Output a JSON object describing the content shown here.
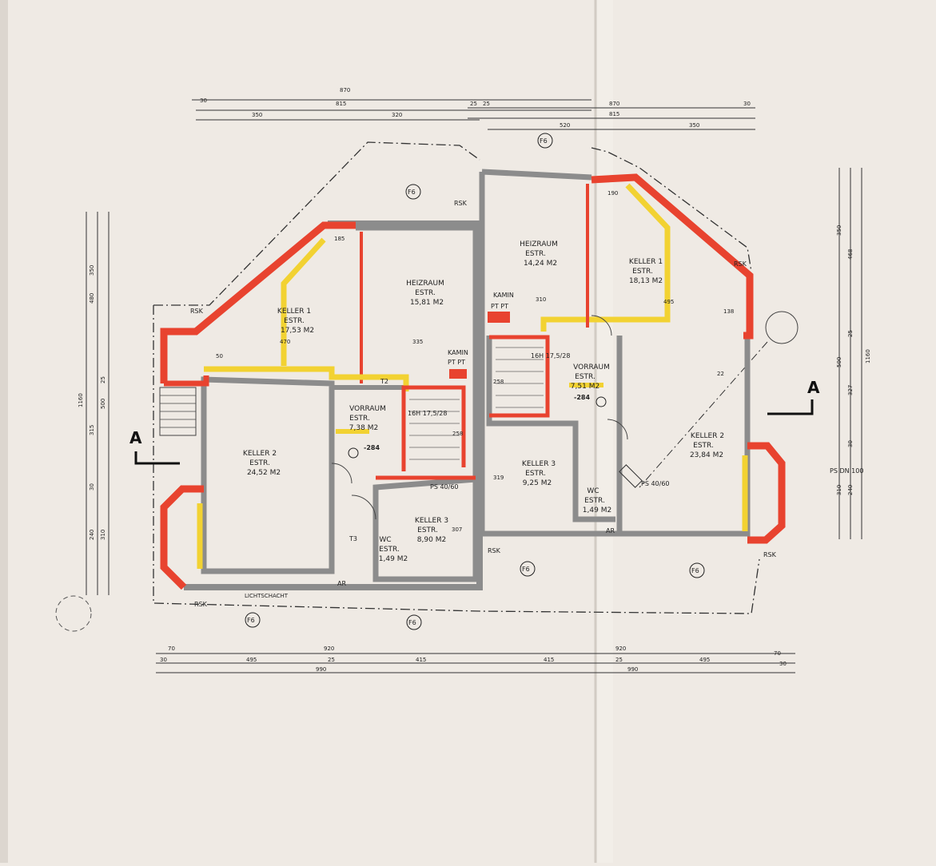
{
  "colors": {
    "paper": "#efeae4",
    "wall": "#8c8c8c",
    "red": "#e8432f",
    "yellow": "#f2d232",
    "line": "#333333"
  },
  "left": {
    "rooms": [
      {
        "name": "KELLER 1",
        "floor": "ESTR.",
        "area": "17,53 M2"
      },
      {
        "name": "HEIZRAUM",
        "floor": "ESTR.",
        "area": "15,81 M2"
      },
      {
        "name": "KELLER 2",
        "floor": "ESTR.",
        "area": "24,52 M2"
      },
      {
        "name": "VORRAUM",
        "floor": "ESTR.",
        "area": "7,38 M2"
      },
      {
        "name": "KELLER 3",
        "floor": "ESTR.",
        "area": "8,90 M2"
      },
      {
        "name": "WC",
        "floor": "ESTR.",
        "area": "1,49 M2"
      }
    ],
    "labels": {
      "kamin": "KAMIN",
      "pt": "PT PT",
      "stair": "16H 17,5/28",
      "level": "-284",
      "ps": "PS 40/60",
      "ar": "AR",
      "t3": "T3",
      "t2": "T2",
      "lichtschacht": "LICHTSCHACHT"
    },
    "dims_top": [
      "870",
      "815",
      "350",
      "320",
      "25",
      "30"
    ],
    "dims_bottom": [
      "70",
      "920",
      "495",
      "25",
      "415",
      "990",
      "30"
    ],
    "dims_side": [
      "1160",
      "350",
      "480",
      "25",
      "500",
      "315",
      "30",
      "240",
      "310"
    ],
    "inner_dims": [
      "185",
      "470",
      "335",
      "258",
      "307",
      "50"
    ]
  },
  "right": {
    "rooms": [
      {
        "name": "HEIZRAUM",
        "floor": "ESTR.",
        "area": "14,24 M2"
      },
      {
        "name": "KELLER 1",
        "floor": "ESTR.",
        "area": "18,13 M2"
      },
      {
        "name": "VORRAUM",
        "floor": "ESTR.",
        "area": "7,51 M2"
      },
      {
        "name": "KELLER 2",
        "floor": "ESTR.",
        "area": "23,84 M2"
      },
      {
        "name": "KELLER 3",
        "floor": "ESTR.",
        "area": "9,25 M2"
      },
      {
        "name": "WC",
        "floor": "ESTR.",
        "area": "1,49 M2"
      }
    ],
    "labels": {
      "kamin": "KAMIN",
      "pt": "PT PT",
      "stair": "16H 17,5/28",
      "level": "-284",
      "ps": "PS 40/60",
      "ar": "AR",
      "psdn": "PS DN 100"
    },
    "dims_top": [
      "870",
      "815",
      "520",
      "350",
      "25",
      "30"
    ],
    "dims_bottom": [
      "920",
      "415",
      "25",
      "495",
      "70",
      "990",
      "30"
    ],
    "dims_side": [
      "1160",
      "350",
      "468",
      "25",
      "500",
      "327",
      "30",
      "310",
      "240"
    ],
    "inner_dims": [
      "190",
      "310",
      "495",
      "138",
      "258",
      "319",
      "22"
    ]
  },
  "common": {
    "rsk": "RSK",
    "f6": "F6",
    "section": "A"
  }
}
